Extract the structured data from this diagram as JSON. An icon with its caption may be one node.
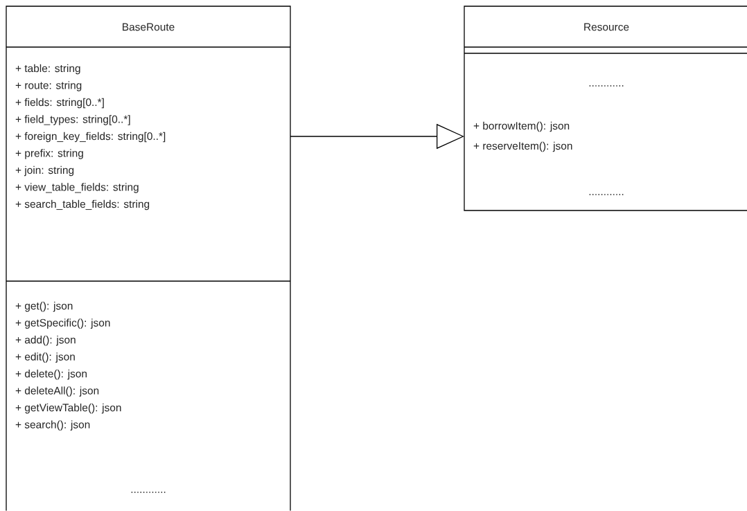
{
  "diagram": {
    "nodes": [
      {
        "text": [
          "BaseRoute",
          "+ table: string",
          "+ route: string",
          "+ fields: string[0..*]",
          "+ field_types: string[0..*]",
          "+ foreign_key_fields: string[0..*]",
          "+ prefix: string",
          "+ join: string",
          "+ view_table_fields: string",
          "+ search_table_fields: string",
          "+ get(): json",
          "+ getSpecific(): json",
          "+ add(): json",
          "+ edit(): json",
          "+ delete(): json",
          "+ deleteAll(): json",
          "+ getViewTable(): json",
          "+ search(): json",
          "............"
        ]
      },
      {
        "text": [
          "Resource",
          "............",
          "+ borrowItem(): json",
          "+ reserveItem(): json",
          "............"
        ]
      }
    ],
    "edges": [
      {
        "from": 0,
        "to": 1,
        "arrow": "to"
      }
    ]
  }
}
